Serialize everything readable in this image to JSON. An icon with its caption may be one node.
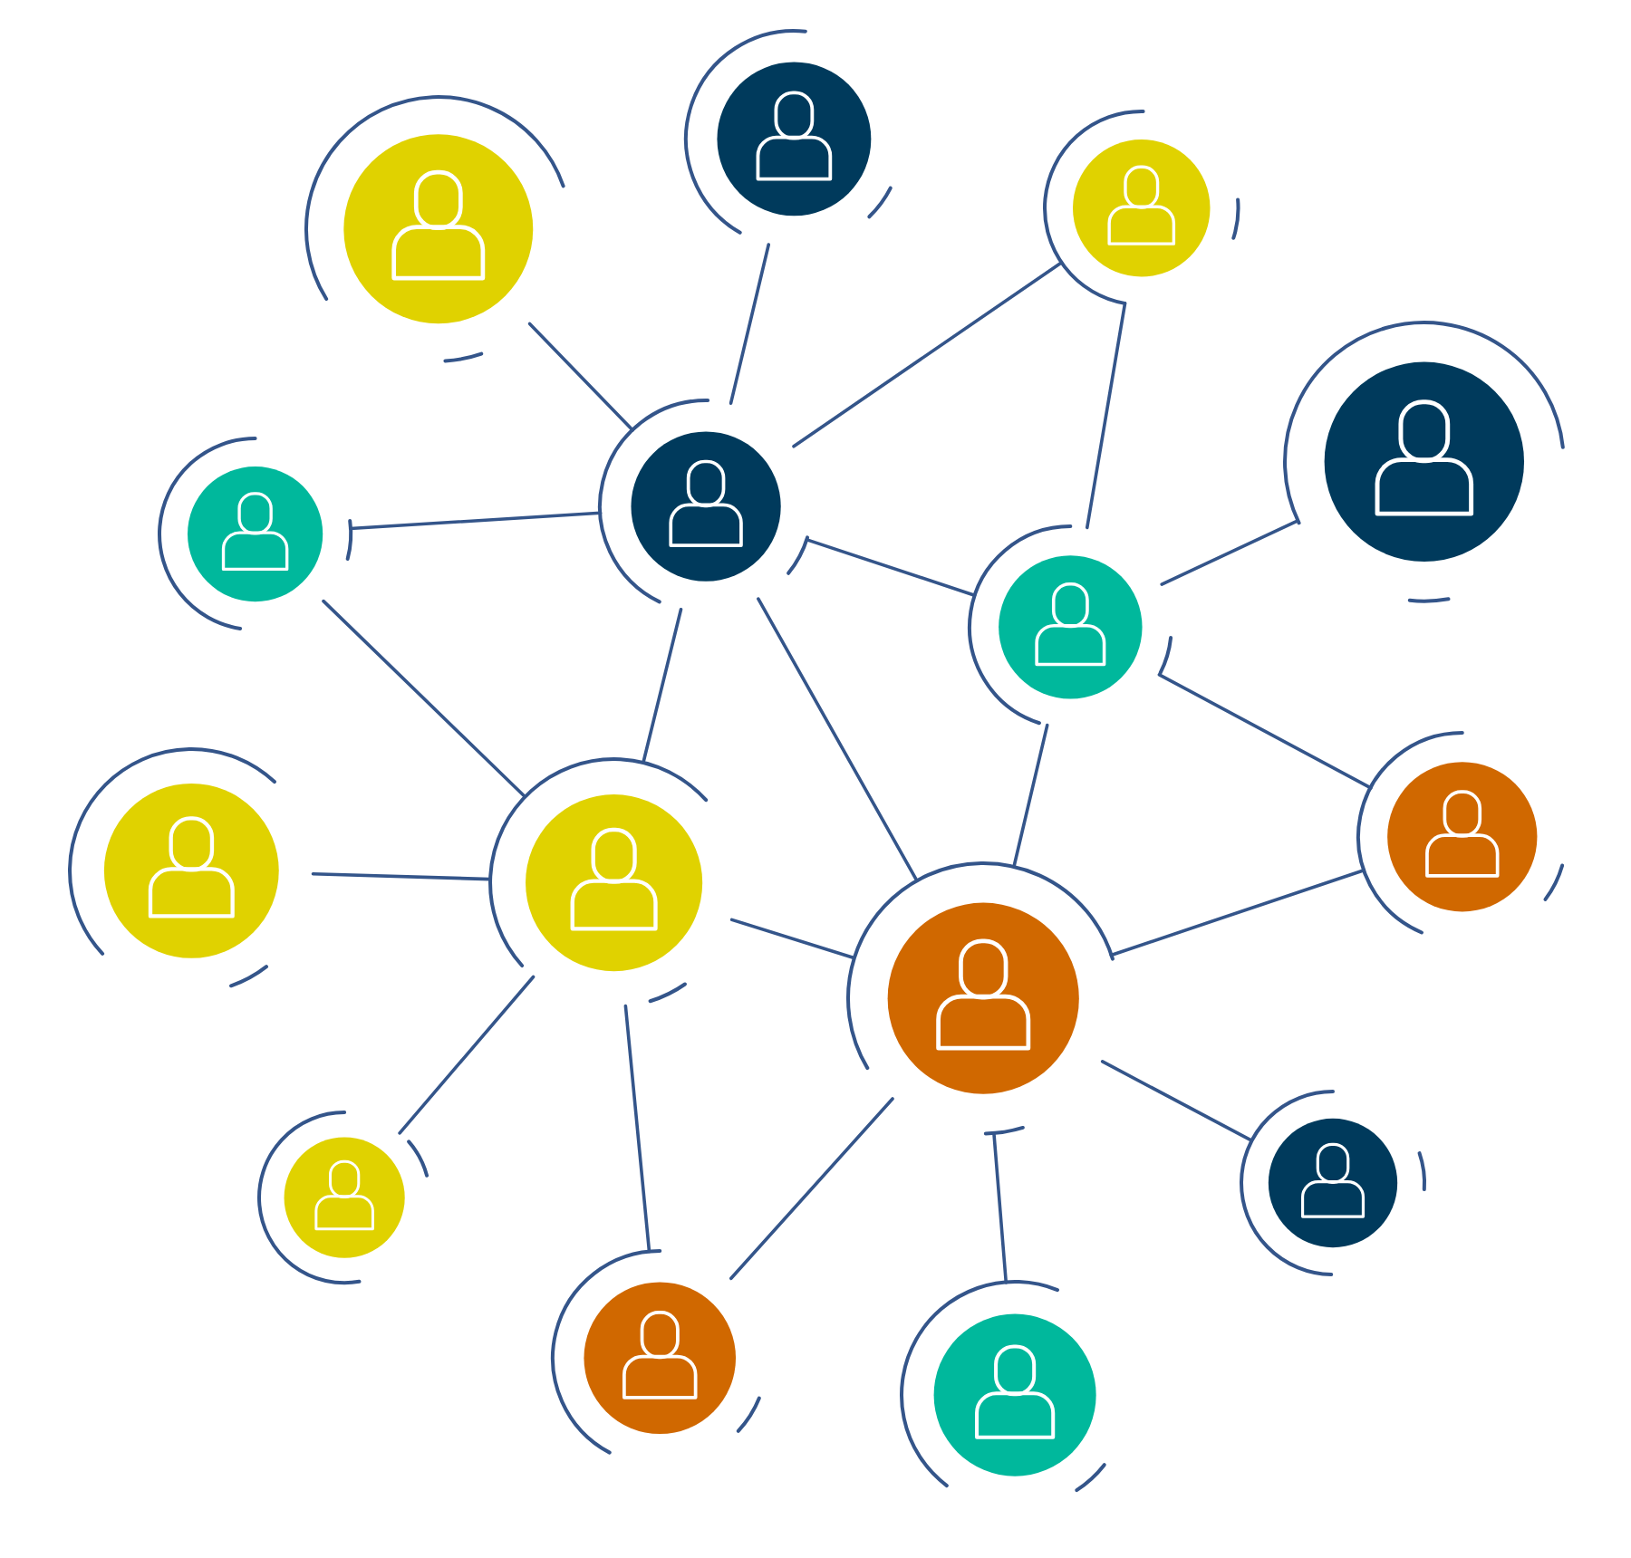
{
  "diagram": {
    "nodes": [
      {
        "text": [],
        "shape": "person"
      },
      {
        "text": [],
        "shape": "person"
      },
      {
        "text": [],
        "shape": "person"
      },
      {
        "text": [],
        "shape": "person"
      },
      {
        "text": [],
        "shape": "person"
      },
      {
        "text": [],
        "shape": "person"
      },
      {
        "text": [],
        "shape": "person"
      },
      {
        "text": [],
        "shape": "person"
      },
      {
        "text": [],
        "shape": "person"
      },
      {
        "text": [],
        "shape": "person"
      },
      {
        "text": [],
        "shape": "person"
      },
      {
        "text": [],
        "shape": "person"
      },
      {
        "text": [],
        "shape": "person"
      },
      {
        "text": [],
        "shape": "person"
      },
      {
        "text": [],
        "shape": "person"
      }
    ],
    "edges": [
      {
        "from": 0,
        "to": 4,
        "arrow": "none"
      },
      {
        "from": 1,
        "to": 4,
        "arrow": "none"
      },
      {
        "from": 2,
        "to": 4,
        "arrow": "none"
      },
      {
        "from": 2,
        "to": 6,
        "arrow": "none"
      },
      {
        "from": 3,
        "to": 4,
        "arrow": "none"
      },
      {
        "from": 3,
        "to": 8,
        "arrow": "none"
      },
      {
        "from": 4,
        "to": 8,
        "arrow": "none"
      },
      {
        "from": 4,
        "to": 10,
        "arrow": "none"
      },
      {
        "from": 4,
        "to": 6,
        "arrow": "none"
      },
      {
        "from": 5,
        "to": 6,
        "arrow": "none"
      },
      {
        "from": 6,
        "to": 9,
        "arrow": "none"
      },
      {
        "from": 6,
        "to": 10,
        "arrow": "none"
      },
      {
        "from": 7,
        "to": 8,
        "arrow": "none"
      },
      {
        "from": 8,
        "to": 10,
        "arrow": "none"
      },
      {
        "from": 8,
        "to": 11,
        "arrow": "none"
      },
      {
        "from": 8,
        "to": 13,
        "arrow": "none"
      },
      {
        "from": 10,
        "to": 9,
        "arrow": "none"
      },
      {
        "from": 10,
        "to": 12,
        "arrow": "none"
      },
      {
        "from": 10,
        "to": 13,
        "arrow": "none"
      },
      {
        "from": 10,
        "to": 14,
        "arrow": "none"
      }
    ]
  }
}
